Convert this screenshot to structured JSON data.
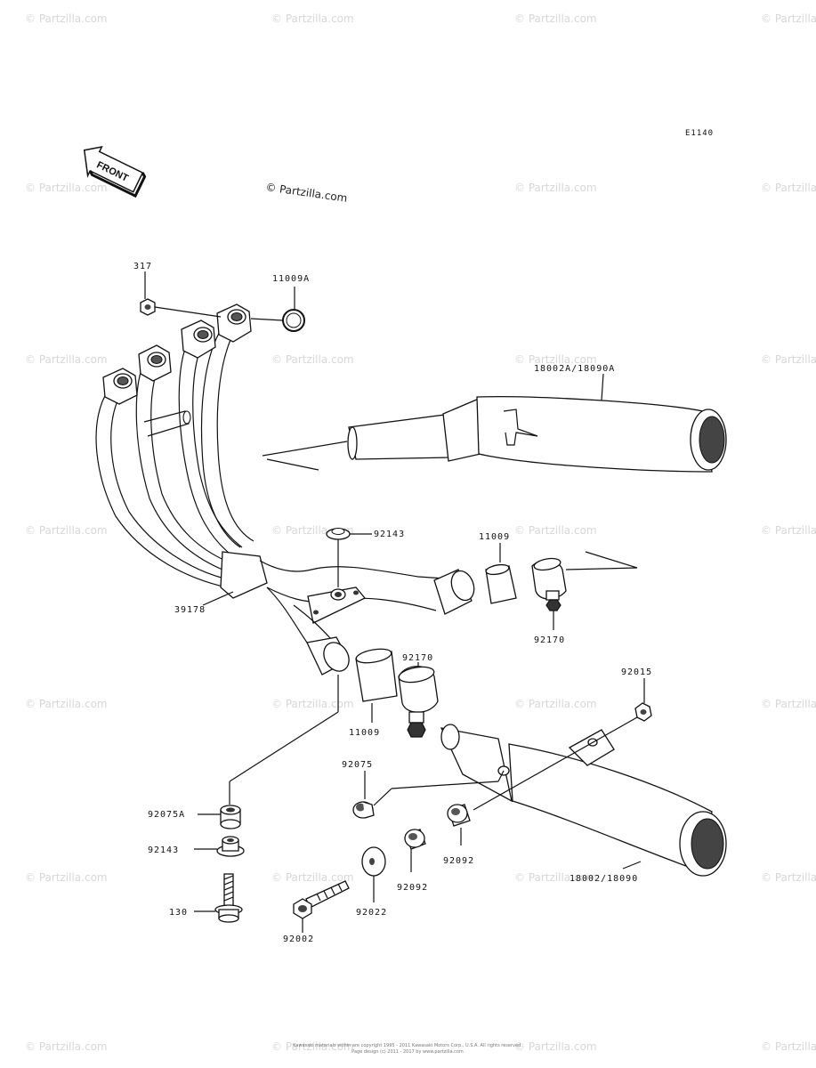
{
  "diagram_code": "E1140",
  "front_label": "FRONT",
  "copyright": "© Partzilla.com",
  "watermark": "© Partzilla.com",
  "footer": {
    "line1": "Kawasaki materials within are copyright 1995 - 2011 Kawasaki Motors Corp., U.S.A. All rights reserved.",
    "line2": "Page design (c) 2011 - 2017 by www.partzilla.com"
  },
  "parts": {
    "p317": "317",
    "p11009A": "11009A",
    "p18002A": "18002A/18090A",
    "p92143_top": "92143",
    "p11009_right": "11009",
    "p39178": "39178",
    "p92170_right": "92170",
    "p92170_mid": "92170",
    "p92015": "92015",
    "p11009_mid": "11009",
    "p92075": "92075",
    "p92075A": "92075A",
    "p92143_bottom": "92143",
    "p130": "130",
    "p92002": "92002",
    "p92022": "92022",
    "p92092_left": "92092",
    "p92092_right": "92092",
    "p18002": "18002/18090"
  }
}
